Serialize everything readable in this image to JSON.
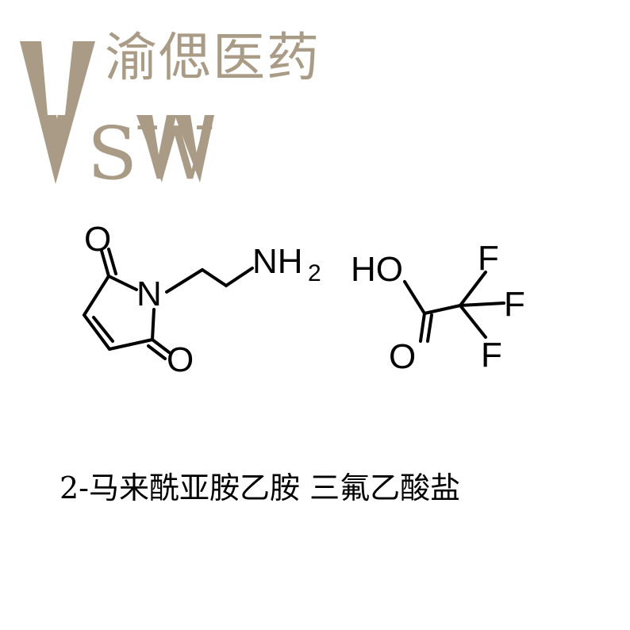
{
  "logo": {
    "brand_name": "渝偲医药",
    "letters": "SW",
    "color": "#a99b86"
  },
  "structure": {
    "atoms": {
      "o_top": "O",
      "n_ring": "N",
      "o_bottom": "O",
      "nh": "NH",
      "nh_sub": "2",
      "ho": "HO",
      "o_acid": "O",
      "f1": "F",
      "f2": "F",
      "f3": "F"
    },
    "bond_color": "#000000"
  },
  "caption": "2-马来酰亚胺乙胺 三氟乙酸盐"
}
